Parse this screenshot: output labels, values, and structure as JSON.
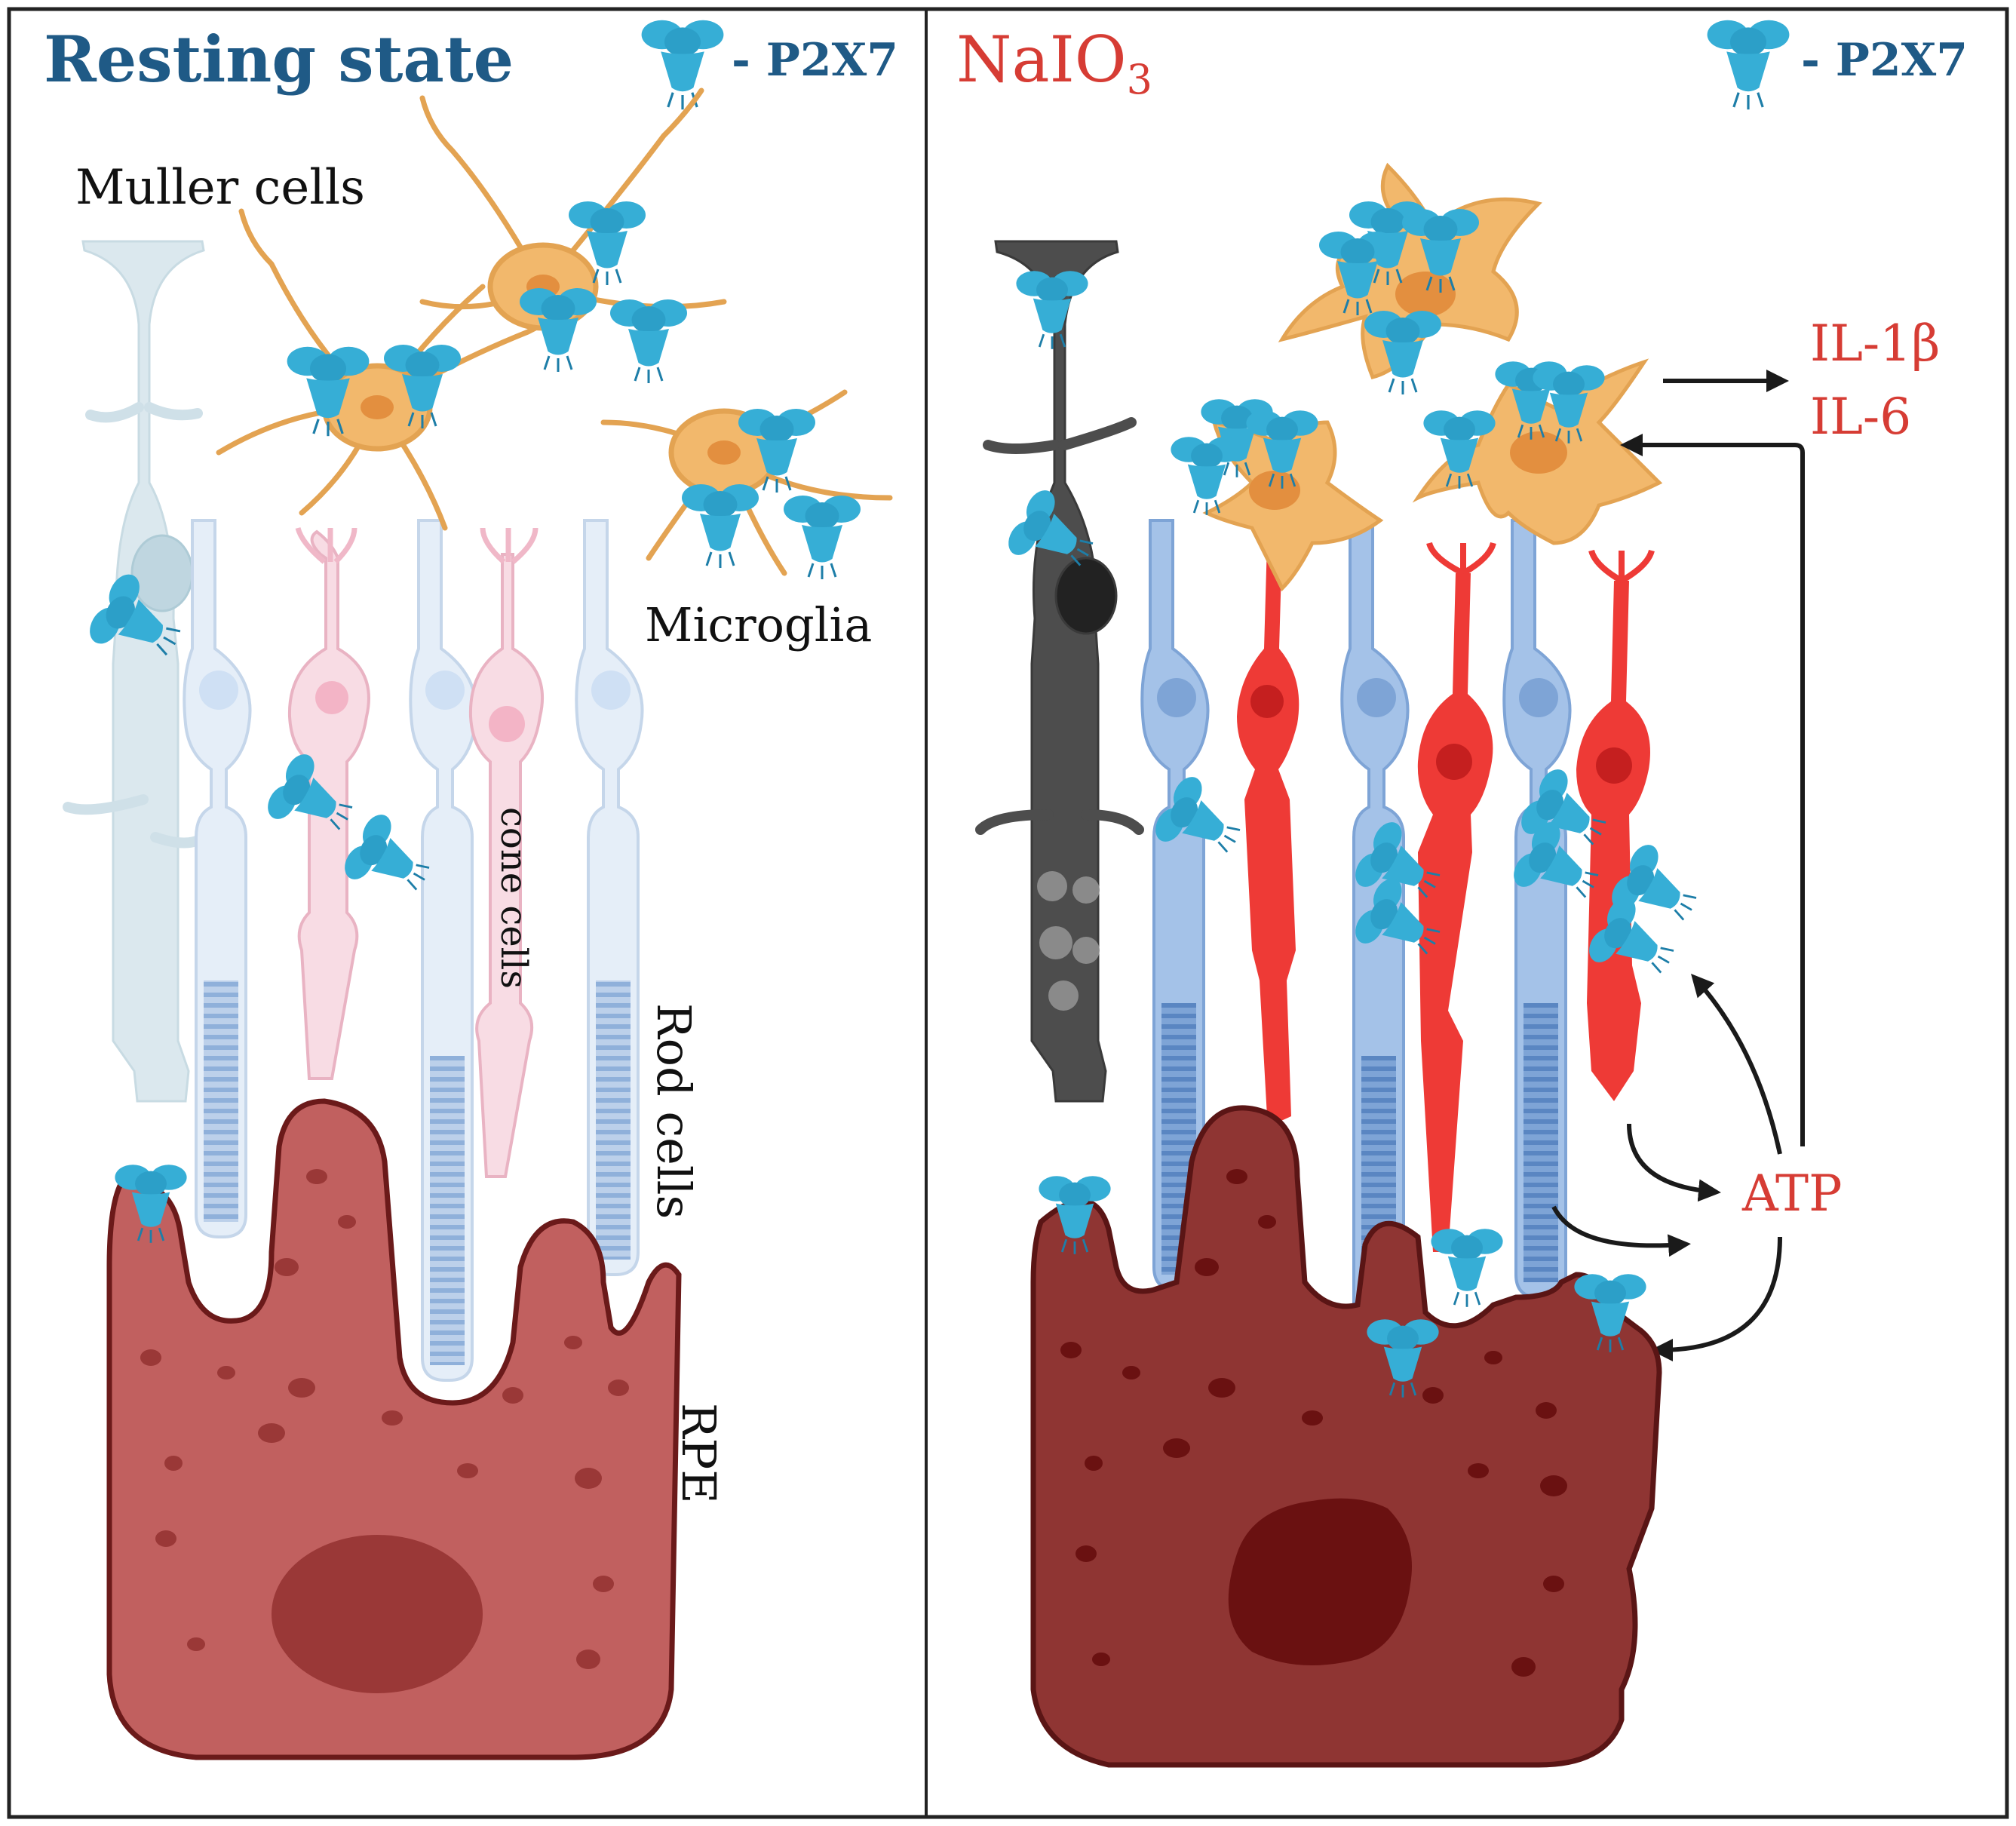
{
  "left_panel": {
    "title": "Resting state",
    "legend_text": "- P2X7",
    "labels": {
      "muller": "Muller cells",
      "microglia": "Microglia",
      "cone": "cone cells",
      "rod": "Rod cells",
      "rpe": "RPE"
    }
  },
  "right_panel": {
    "title_main": "NaIO",
    "title_sub": "3",
    "legend_text": "- P2X7",
    "labels": {
      "il1b": "IL-1β",
      "il6": "IL-6",
      "atp": "ATP"
    }
  },
  "colors": {
    "title_blue": "#1f5a86",
    "title_red": "#d63c34",
    "receptor": "#36aed6",
    "microglia": "#f2b86c",
    "rpe_resting": "#c1605f",
    "rpe_damaged": "#8f3533",
    "rod_resting": "#e5eef8",
    "cone_resting": "#f8dce4",
    "rod_damaged": "#a4c2e8",
    "cone_damaged": "#ee3a36",
    "muller_resting": "#dbe8ee",
    "muller_damaged": "#4d4d4d"
  },
  "icons": [
    "p2x7-receptor-icon"
  ]
}
